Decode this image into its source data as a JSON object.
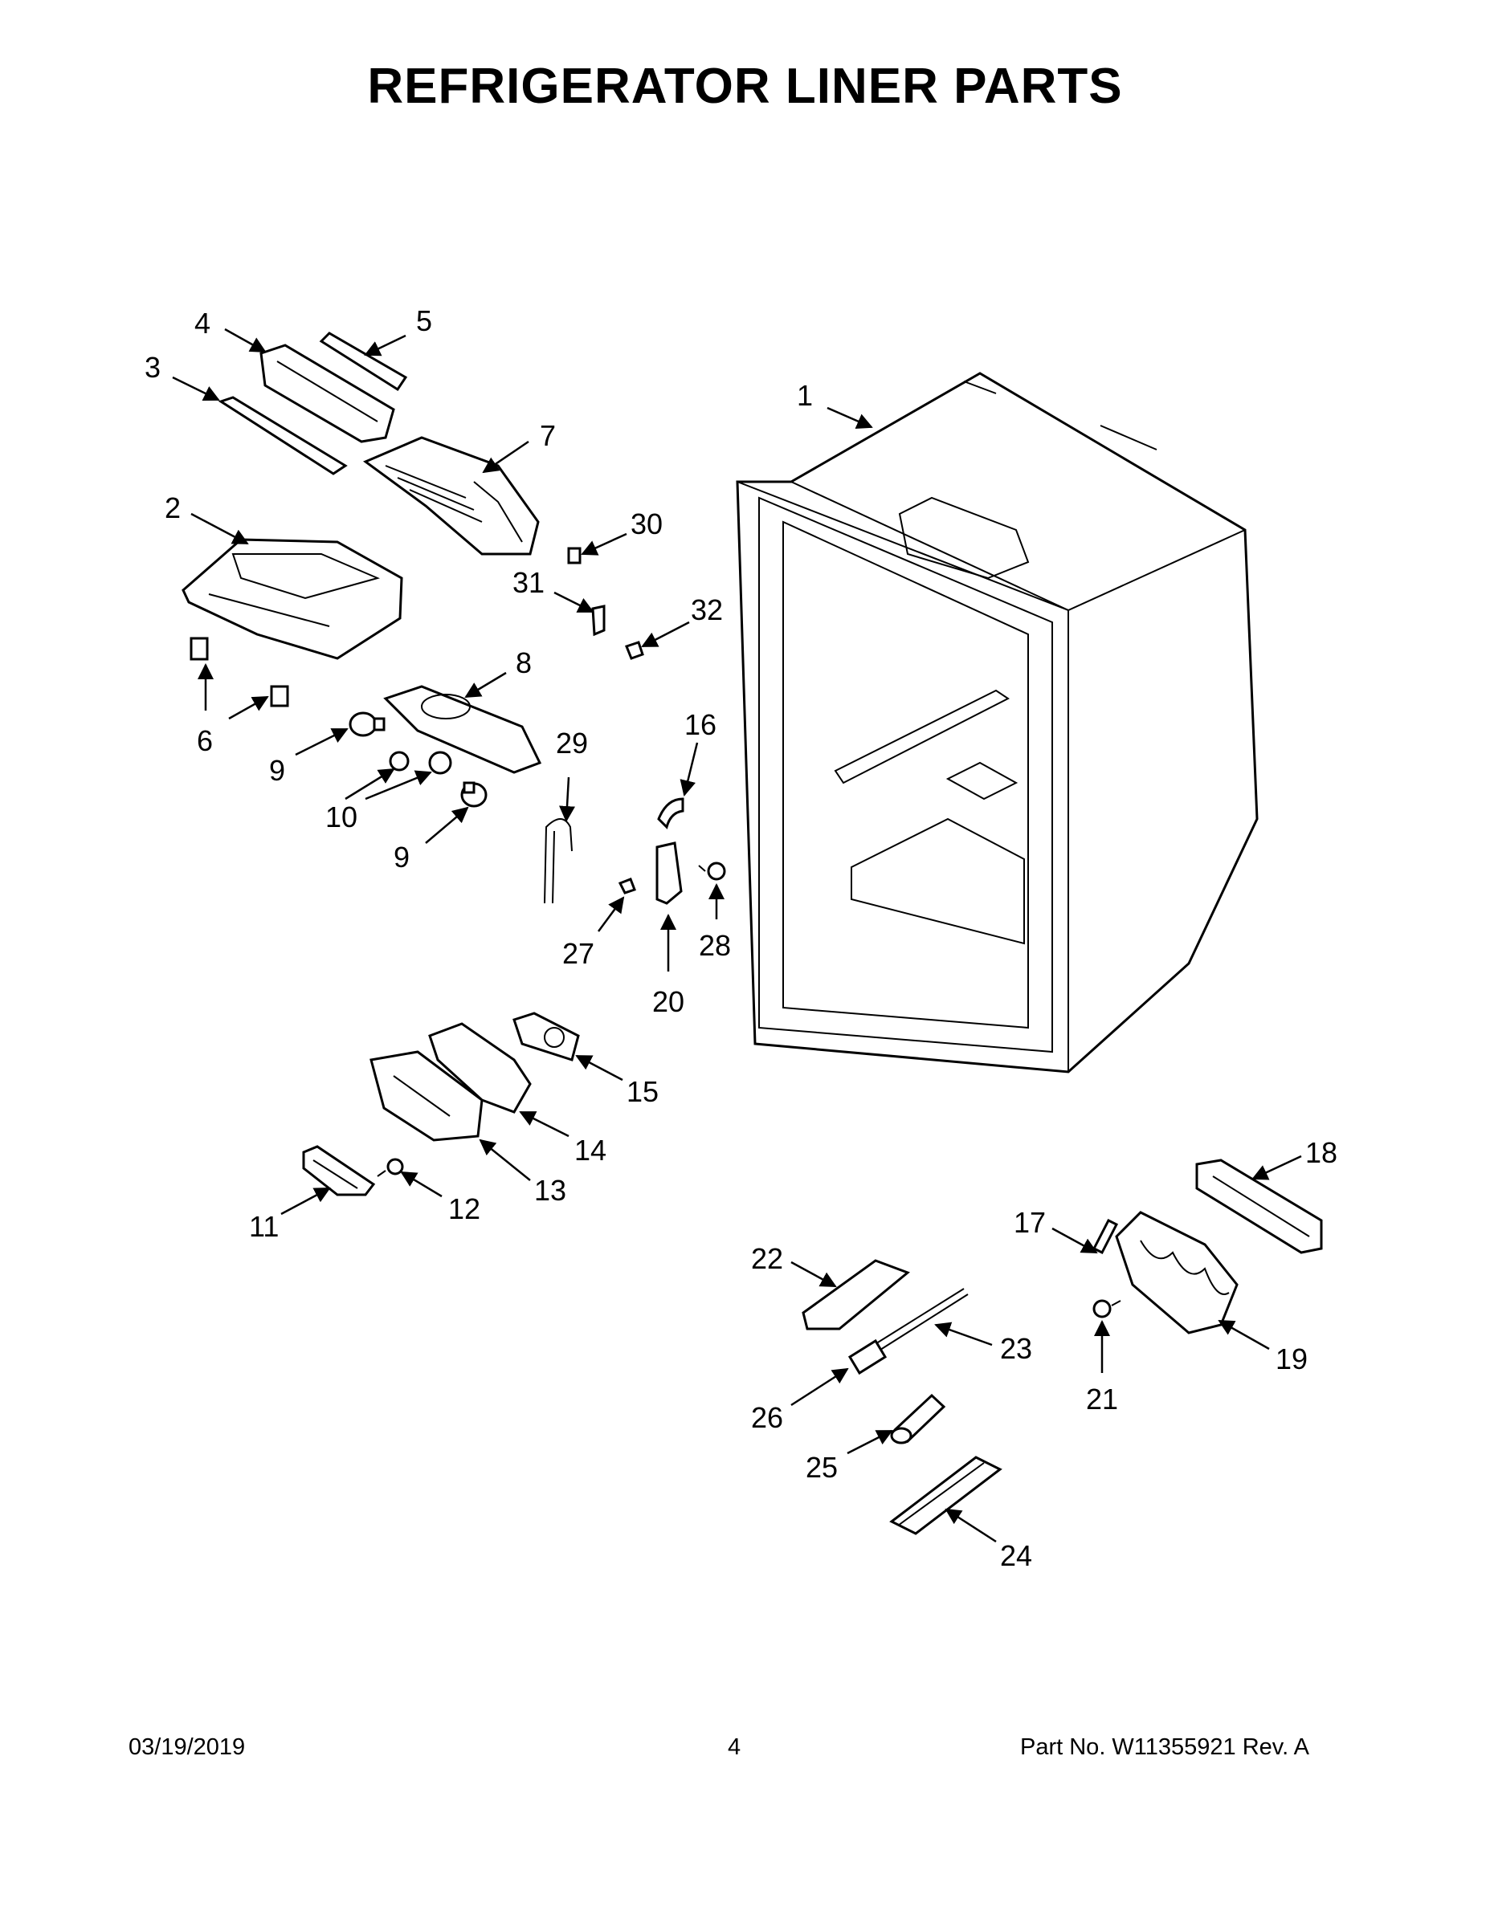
{
  "page": {
    "title": "REFRIGERATOR LINER PARTS",
    "footer": {
      "date": "03/19/2019",
      "page_number": "4",
      "part_number": "Part No.  W11355921  Rev.  A"
    }
  },
  "callouts": [
    "1",
    "2",
    "3",
    "4",
    "5",
    "6",
    "7",
    "8",
    "9",
    "9",
    "10",
    "10",
    "11",
    "12",
    "13",
    "14",
    "15",
    "16",
    "17",
    "18",
    "19",
    "20",
    "21",
    "22",
    "23",
    "24",
    "25",
    "26",
    "27",
    "28",
    "29",
    "30",
    "31",
    "32"
  ]
}
